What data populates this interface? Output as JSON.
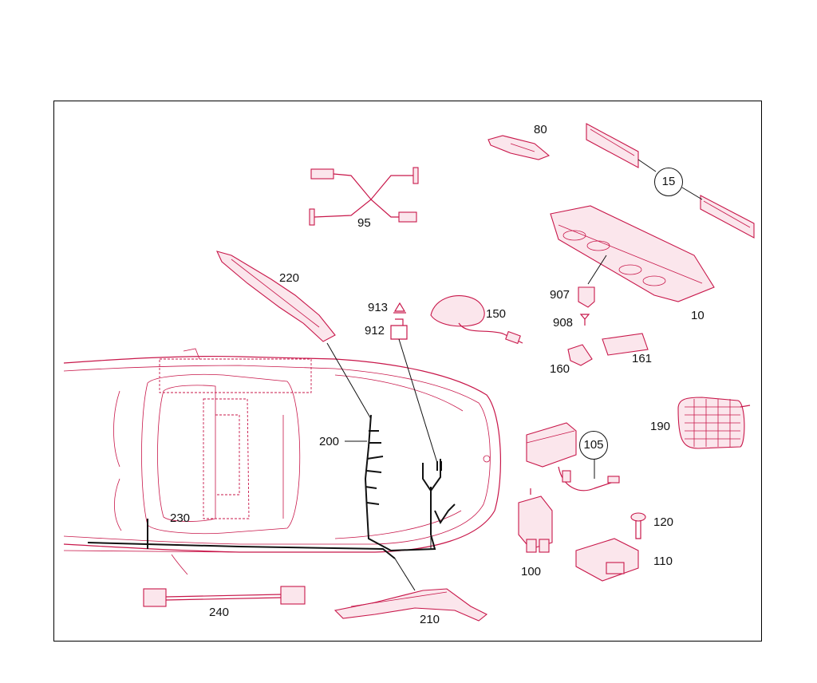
{
  "labels": {
    "p10": "10",
    "p15": "15",
    "p80": "80",
    "p95": "95",
    "p100": "100",
    "p105": "105",
    "p110": "110",
    "p120": "120",
    "p150": "150",
    "p160": "160",
    "p161": "161",
    "p190": "190",
    "p200": "200",
    "p210": "210",
    "p220": "220",
    "p230": "230",
    "p240": "240",
    "p907": "907",
    "p908": "908",
    "p912": "912",
    "p913": "913"
  },
  "colors": {
    "part_line": "#c8174a",
    "harness": "#111111",
    "frame": "#000000"
  }
}
